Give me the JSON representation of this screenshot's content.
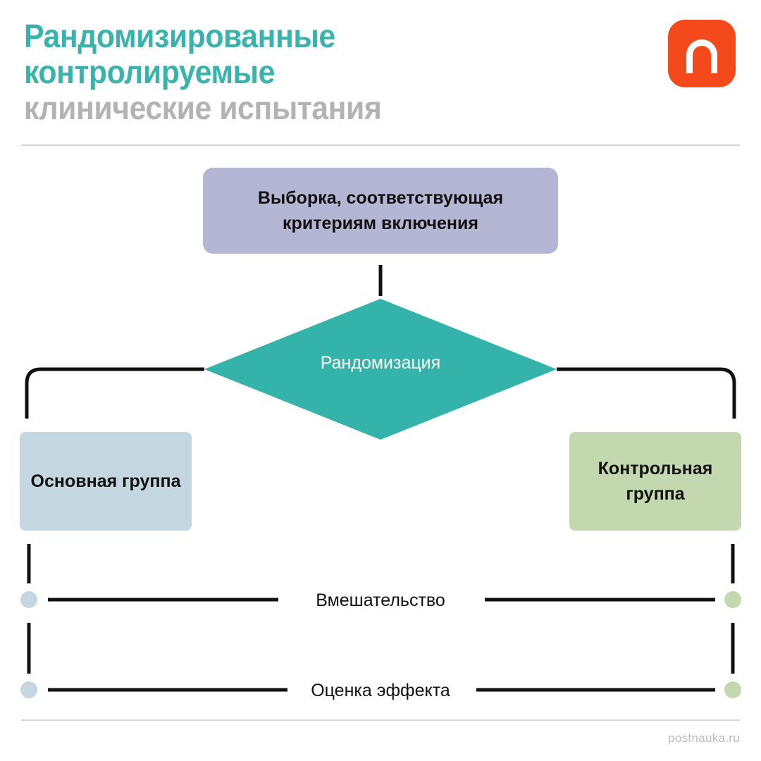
{
  "header": {
    "title_lines": [
      {
        "text": "Рандомизированные",
        "color": "#3bb3ad",
        "style": "accent"
      },
      {
        "text": "контролируемые",
        "color": "#3bb3ad",
        "style": "accent"
      },
      {
        "text": "клинические испытания",
        "color": "#b3b3b3",
        "style": "muted"
      }
    ],
    "logo": {
      "name": "postnauka-logo",
      "glyph": "п",
      "background_color": "#f4491a",
      "glyph_color": "#ffffff"
    }
  },
  "diagram": {
    "type": "flowchart",
    "nodes": {
      "sample": {
        "label": "Выборка, соответствующая критериям включения",
        "shape": "rounded-rect",
        "color": "#b4b6d4"
      },
      "randomization": {
        "label": "Рандомизация",
        "shape": "diamond",
        "color": "#34b3ab",
        "text_color": "#ffffff"
      },
      "main_group": {
        "label": "Основная группа",
        "shape": "rounded-rect",
        "color": "#c4d6e0"
      },
      "control_group": {
        "label": "Контрольная группа",
        "shape": "rounded-rect",
        "color": "#c3d8ae"
      }
    },
    "stages": [
      {
        "label": "Вмешательство",
        "left_dot_color": "#c4d6e0",
        "right_dot_color": "#c3d8ae"
      },
      {
        "label": "Оценка эффекта",
        "left_dot_color": "#c4d6e0",
        "right_dot_color": "#c3d8ae"
      }
    ],
    "connector_color": "#111111"
  },
  "footer": {
    "credit": "postnauka.ru"
  }
}
